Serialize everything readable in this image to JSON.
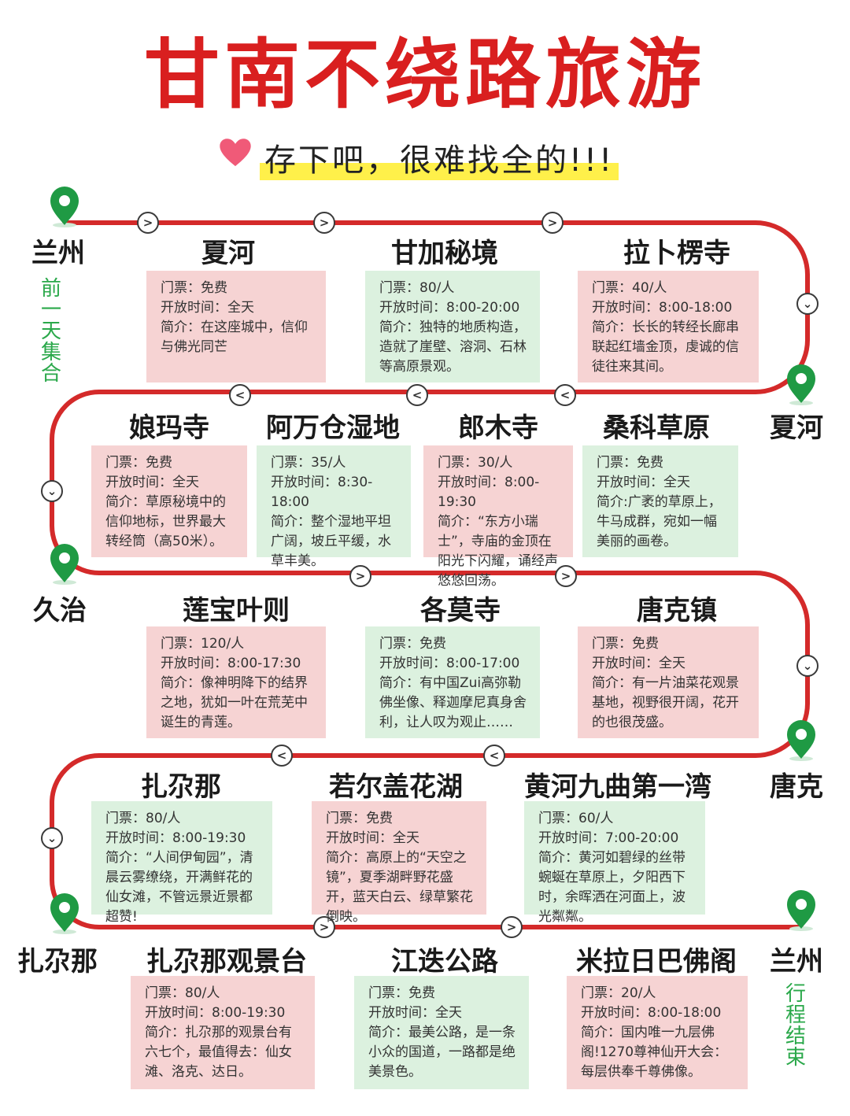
{
  "title": "甘南不绕路旅游",
  "subtitle": "存下吧，很难找全的!!!",
  "waypoints": {
    "start": "兰州",
    "start_note": "前一天集合",
    "w1": "夏河",
    "w2": "久治",
    "w3": "唐克",
    "w4": "扎尕那",
    "end": "兰州",
    "end_note": "行程结束"
  },
  "stops": [
    {
      "name": "夏河",
      "ticket": "门票：免费",
      "hours": "开放时间：全天",
      "intro": "简介：在这座城中，信仰与佛光同芒"
    },
    {
      "name": "甘加秘境",
      "ticket": "门票：80/人",
      "hours": "开放时间：8:00-20:00",
      "intro": "简介：独特的地质构造，造就了崖壁、溶洞、石林等高原景观。"
    },
    {
      "name": "拉卜楞寺",
      "ticket": "门票：40/人",
      "hours": "开放时间：8:00-18:00",
      "intro": "简介：长长的转经长廊串联起红墙金顶，虔诚的信徒往来其间。"
    },
    {
      "name": "娘玛寺",
      "ticket": "门票：免费",
      "hours": "开放时间：全天",
      "intro": "简介：草原秘境中的信仰地标，世界最大转经筒（高50米）。"
    },
    {
      "name": "阿万仓湿地",
      "ticket": "门票：35/人",
      "hours": "开放时间：8:30-18:00",
      "intro": "简介：整个湿地平坦广阔，坡丘平缓，水草丰美。"
    },
    {
      "name": "郎木寺",
      "ticket": "门票：30/人",
      "hours": "开放时间：8:00-19:30",
      "intro": "简介：“东方小瑞士”，寺庙的金顶在阳光下闪耀，诵经声悠悠回荡。"
    },
    {
      "name": "桑科草原",
      "ticket": "门票：免费",
      "hours": "开放时间：全天",
      "intro": "简介:广袤的草原上，牛马成群，宛如一幅美丽的画卷。"
    },
    {
      "name": "莲宝叶则",
      "ticket": "门票：120/人",
      "hours": "开放时间：8:00-17:30",
      "intro": "简介：像神明降下的结界之地，犹如一叶在荒芜中诞生的青莲。"
    },
    {
      "name": "各莫寺",
      "ticket": "门票：免费",
      "hours": "开放时间：8:00-17:00",
      "intro": "简介：有中国Zui高弥勒佛坐像、释迦摩尼真身舍利，让人叹为观止……"
    },
    {
      "name": "唐克镇",
      "ticket": "门票：免费",
      "hours": "开放时间：全天",
      "intro": "简介：有一片油菜花观景基地，视野很开阔，花开的也很茂盛。"
    },
    {
      "name": "扎尕那",
      "ticket": "门票：80/人",
      "hours": "开放时间：8:00-19:30",
      "intro": "简介：“人间伊甸园”，清晨云雾缭绕，开满鲜花的仙女滩，不管远景近景都超赞!"
    },
    {
      "name": "若尔盖花湖",
      "ticket": "门票：免费",
      "hours": "开放时间：全天",
      "intro": "简介：高原上的“天空之镜”，夏季湖畔野花盛开，蓝天白云、绿草繁花倒映。"
    },
    {
      "name": "黄河九曲第一湾",
      "ticket": "门票：60/人",
      "hours": "开放时间：7:00-20:00",
      "intro": "简介：黄河如碧绿的丝带蜿蜒在草原上，夕阳西下时，余晖洒在河面上，波光粼粼。"
    },
    {
      "name": "扎尕那观景台",
      "ticket": "门票：80/人",
      "hours": "开放时间：8:00-19:30",
      "intro": "简介：扎尕那的观景台有六七个，最值得去：仙女滩、洛克、达日。"
    },
    {
      "name": "江迭公路",
      "ticket": "门票：免费",
      "hours": "开放时间：全天",
      "intro": "简介：最美公路，是一条小众的国道，一路都是绝美景色。"
    },
    {
      "name": "米拉日巴佛阁",
      "ticket": "门票：20/人",
      "hours": "开放时间：8:00-18:00",
      "intro": "简介：国内唯一九层佛阁!1270尊神仙开大会：每层供奉千尊佛像。"
    }
  ],
  "colors": {
    "route": "#d42a2a",
    "title": "#d91f1f",
    "pin": "#1f9a44",
    "pink_card": "#f6d3d3",
    "green_card": "#dcf1df",
    "highlight": "#fff04a"
  }
}
